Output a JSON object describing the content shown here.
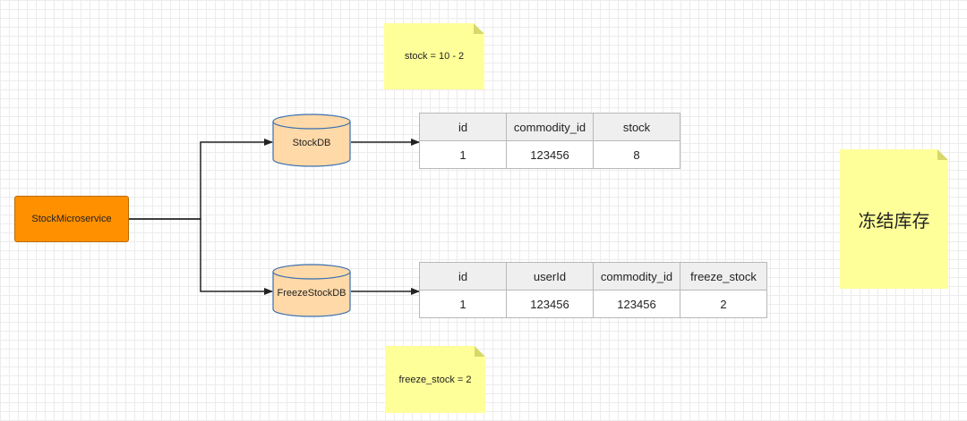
{
  "notes": {
    "stock_formula": "stock = 10 - 2",
    "freeze_formula": "freeze_stock = 2",
    "frozen_inventory": "冻结库存"
  },
  "service": {
    "label": "StockMicroservice"
  },
  "databases": {
    "stock_db": "StockDB",
    "freeze_stock_db": "FreezeStockDB"
  },
  "stock_table": {
    "headers": [
      "id",
      "commodity_id",
      "stock"
    ],
    "row": [
      "1",
      "123456",
      "8"
    ]
  },
  "freeze_table": {
    "headers": [
      "id",
      "userId",
      "commodity_id",
      "freeze_stock"
    ],
    "row": [
      "1",
      "123456",
      "123456",
      "2"
    ]
  },
  "colors": {
    "service_fill": "#ff9000",
    "db_fill": "#ffd9a8",
    "db_stroke": "#3a6fb0",
    "note_fill": "#ffff99",
    "arrow": "#222222"
  }
}
